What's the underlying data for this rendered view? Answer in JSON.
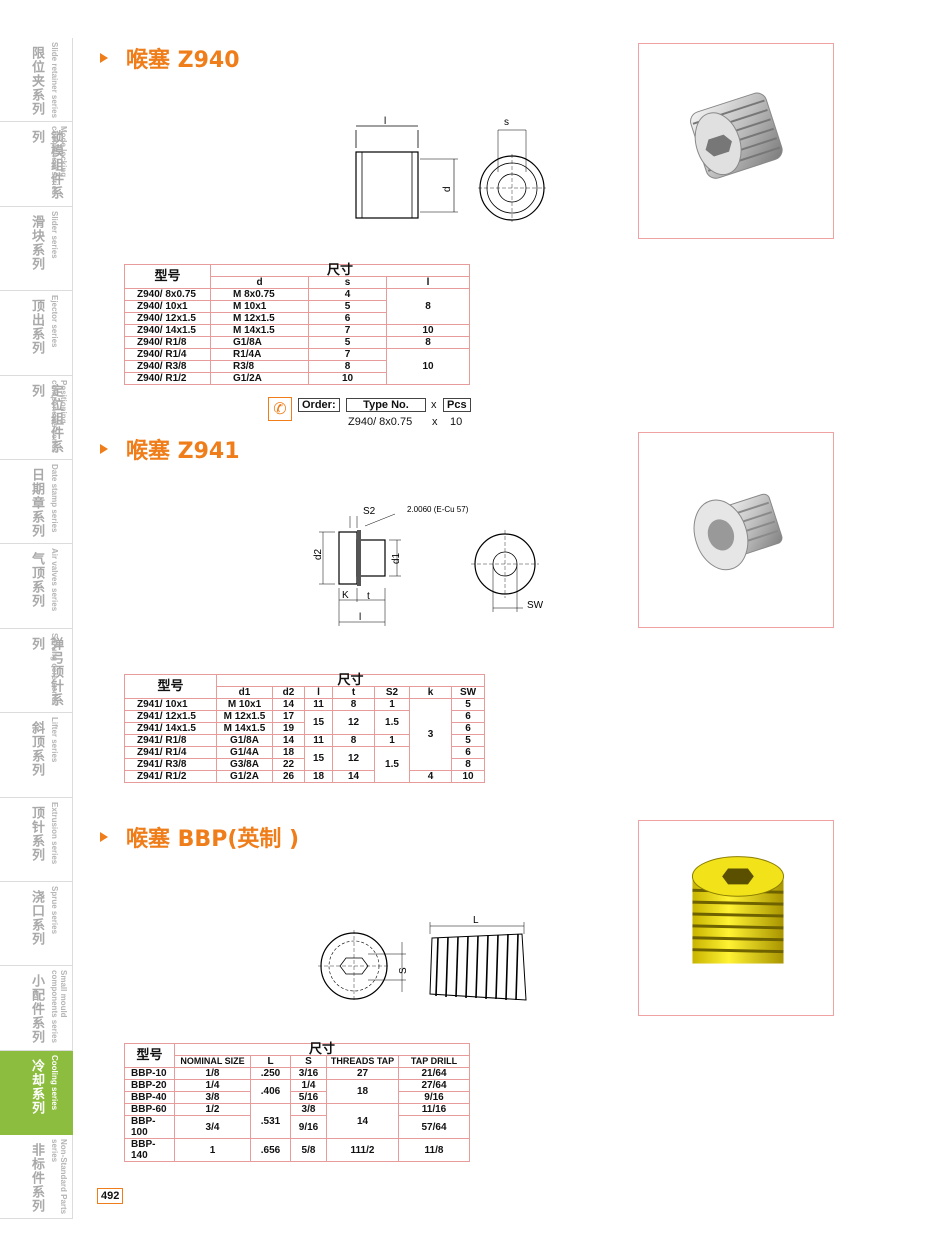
{
  "sidebar": [
    {
      "cn": "限位夹系列",
      "en": "Slide retainer series",
      "active": false
    },
    {
      "cn": "锁模组件系列",
      "en": "Mode locking component series",
      "active": false
    },
    {
      "cn": "滑块系列",
      "en": "Slider series",
      "active": false
    },
    {
      "cn": "顶出系列",
      "en": "Ejector series",
      "active": false
    },
    {
      "cn": "定位组件系列",
      "en": "Positioning components series",
      "active": false
    },
    {
      "cn": "日期章系列",
      "en": "Date stamp series",
      "active": false
    },
    {
      "cn": "气顶系列",
      "en": "Air valves series",
      "active": false
    },
    {
      "cn": "弹弓顶针系列",
      "en": "Sprung core series",
      "active": false
    },
    {
      "cn": "斜顶系列",
      "en": "Lifter series",
      "active": false
    },
    {
      "cn": "顶针系列",
      "en": "Extrusion series",
      "active": false
    },
    {
      "cn": "浇口系列",
      "en": "Sprue series",
      "active": false
    },
    {
      "cn": "小配件系列",
      "en": "Small mould components series",
      "active": false
    },
    {
      "cn": "冷却系列",
      "en": "Cooling series",
      "active": true
    },
    {
      "cn": "非标件系列",
      "en": "Non-Standard Parts series",
      "active": false
    }
  ],
  "sections": {
    "z940": {
      "title": "喉塞 Z940"
    },
    "z941": {
      "title": "喉塞 Z941"
    },
    "bbp": {
      "title": "喉塞 BBP(英制 )"
    }
  },
  "colors": {
    "accent": "#ef7d1a",
    "active_sidebar": "#8cbd3f",
    "table_border": "#e79b9b"
  },
  "z940_drawing": {
    "l": "l",
    "s": "s",
    "d": "d"
  },
  "z941_drawing": {
    "s2": "S2",
    "material": "2.0060 (E-Cu 57)",
    "d2": "d2",
    "d1": "d1",
    "k": "K",
    "t": "t",
    "l": "l",
    "sw": "SW"
  },
  "bbp_drawing": {
    "l": "L",
    "s": "S"
  },
  "z940_table": {
    "model_header": "型号",
    "size_header": "尺寸",
    "cols": [
      "d",
      "s",
      "l"
    ],
    "rows": [
      {
        "model": "Z940/ 8x0.75",
        "d": "M 8x0.75",
        "s": "4"
      },
      {
        "model": "Z940/ 10x1",
        "d": "M 10x1",
        "s": "5"
      },
      {
        "model": "Z940/ 12x1.5",
        "d": "M 12x1.5",
        "s": "6"
      },
      {
        "model": "Z940/ 14x1.5",
        "d": "M 14x1.5",
        "s": "7"
      },
      {
        "model": "Z940/ R1/8",
        "d": "G1/8A",
        "s": "5"
      },
      {
        "model": "Z940/ R1/4",
        "d": "R1/4A",
        "s": "7"
      },
      {
        "model": "Z940/ R3/8",
        "d": "R3/8",
        "s": "8"
      },
      {
        "model": "Z940/ R1/2",
        "d": "G1/2A",
        "s": "10"
      }
    ],
    "l_values": [
      "8",
      "10",
      "8",
      "10"
    ]
  },
  "order": {
    "label": "Order:",
    "type_no": "Type No.",
    "times": "x",
    "pcs": "Pcs",
    "example_model": "Z940/ 8x0.75",
    "example_times": "x",
    "example_qty": "10"
  },
  "z941_table": {
    "model_header": "型号",
    "size_header": "尺寸",
    "cols": [
      "d1",
      "d2",
      "l",
      "t",
      "S2",
      "k",
      "SW"
    ],
    "rows": [
      {
        "model": "Z941/ 10x1",
        "d1": "M 10x1",
        "d2": "14",
        "sw": "5"
      },
      {
        "model": "Z941/ 12x1.5",
        "d1": "M 12x1.5",
        "d2": "17",
        "sw": "6"
      },
      {
        "model": "Z941/ 14x1.5",
        "d1": "M 14x1.5",
        "d2": "19",
        "sw": "6"
      },
      {
        "model": "Z941/ R1/8",
        "d1": "G1/8A",
        "d2": "14",
        "sw": "5"
      },
      {
        "model": "Z941/ R1/4",
        "d1": "G1/4A",
        "d2": "18",
        "sw": "6"
      },
      {
        "model": "Z941/ R3/8",
        "d1": "G3/8A",
        "d2": "22",
        "sw": "8"
      },
      {
        "model": "Z941/ R1/2",
        "d1": "G1/2A",
        "d2": "26",
        "sw": "10"
      }
    ],
    "merged": {
      "l_r1": "11",
      "t_r1": "8",
      "s2_r1": "1",
      "l_r23": "15",
      "t_r23": "12",
      "s2_r23": "1.5",
      "l_r4": "11",
      "t_r4": "8",
      "s2_r4": "1",
      "l_r56": "15",
      "t_r56": "12",
      "s2_r56": "1.5",
      "l_r7": "18",
      "t_r7": "14",
      "k_r1_6": "3",
      "k_r7": "4"
    }
  },
  "bbp_table": {
    "model_header": "型号",
    "size_header": "尺寸",
    "cols": [
      "NOMINAL SIZE",
      "L",
      "S",
      "THREADS TAP",
      "TAP DRILL"
    ],
    "rows": [
      {
        "model": "BBP-10",
        "nominal": "1/8",
        "s": "3/16",
        "drill": "21/64"
      },
      {
        "model": "BBP-20",
        "nominal": "1/4",
        "s": "1/4",
        "drill": "27/64"
      },
      {
        "model": "BBP-40",
        "nominal": "3/8",
        "s": "5/16",
        "drill": "9/16"
      },
      {
        "model": "BBP-60",
        "nominal": "1/2",
        "s": "3/8",
        "drill": "11/16"
      },
      {
        "model": "BBP-100",
        "nominal": "3/4",
        "s": "9/16",
        "drill": "57/64"
      },
      {
        "model": "BBP-140",
        "nominal": "1",
        "s": "5/8",
        "drill": "11/8"
      }
    ],
    "merged": {
      "l_r1": ".250",
      "l_r23": ".406",
      "l_r45": ".531",
      "l_r6": ".656",
      "tap_r1": "27",
      "tap_r23": "18",
      "tap_r45": "14",
      "tap_r6": "111/2"
    }
  },
  "page_number": "492"
}
